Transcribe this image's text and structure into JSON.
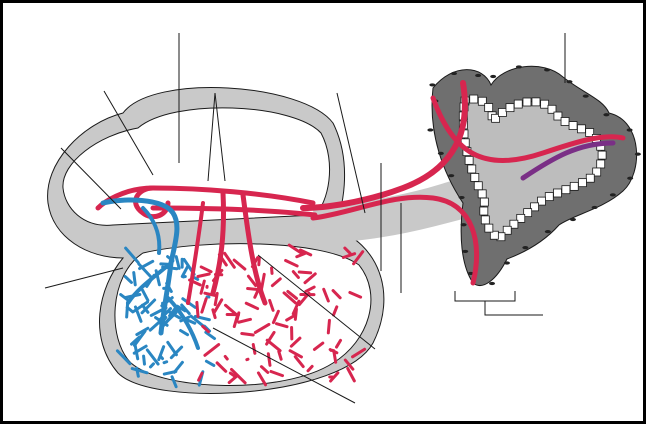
{
  "figure": {
    "kind": "anatomical-diagram-unlabeled",
    "frame_color": "#000000",
    "background_color": "#ffffff"
  },
  "colors": {
    "arterial": "#d7264f",
    "venous": "#2a86c2",
    "mixed": "#7a2f86",
    "capsule": "#c9c9c9",
    "cavity": "#ffffff",
    "epithelium_dark": "#6f6f6f",
    "epithelium_light": "#bdbdbd",
    "cell_fill": "#ffffff",
    "cell_outline": "#1a1a1a",
    "outline": "#1a1a1a"
  },
  "parts": [
    {
      "name": "capsule-outer-layer",
      "icon": "grey-kidney-shaped-capsule"
    },
    {
      "name": "arterial-vessels",
      "icon": "red-branching-vessels"
    },
    {
      "name": "venous-vessels",
      "icon": "blue-branching-vessels"
    },
    {
      "name": "capillary-network",
      "icon": "red-blue-mesh"
    },
    {
      "name": "glandular-epithelium",
      "icon": "folded-cell-lined-tube"
    }
  ],
  "label_leaders": {
    "count": 12,
    "text_labels_shown": false
  }
}
